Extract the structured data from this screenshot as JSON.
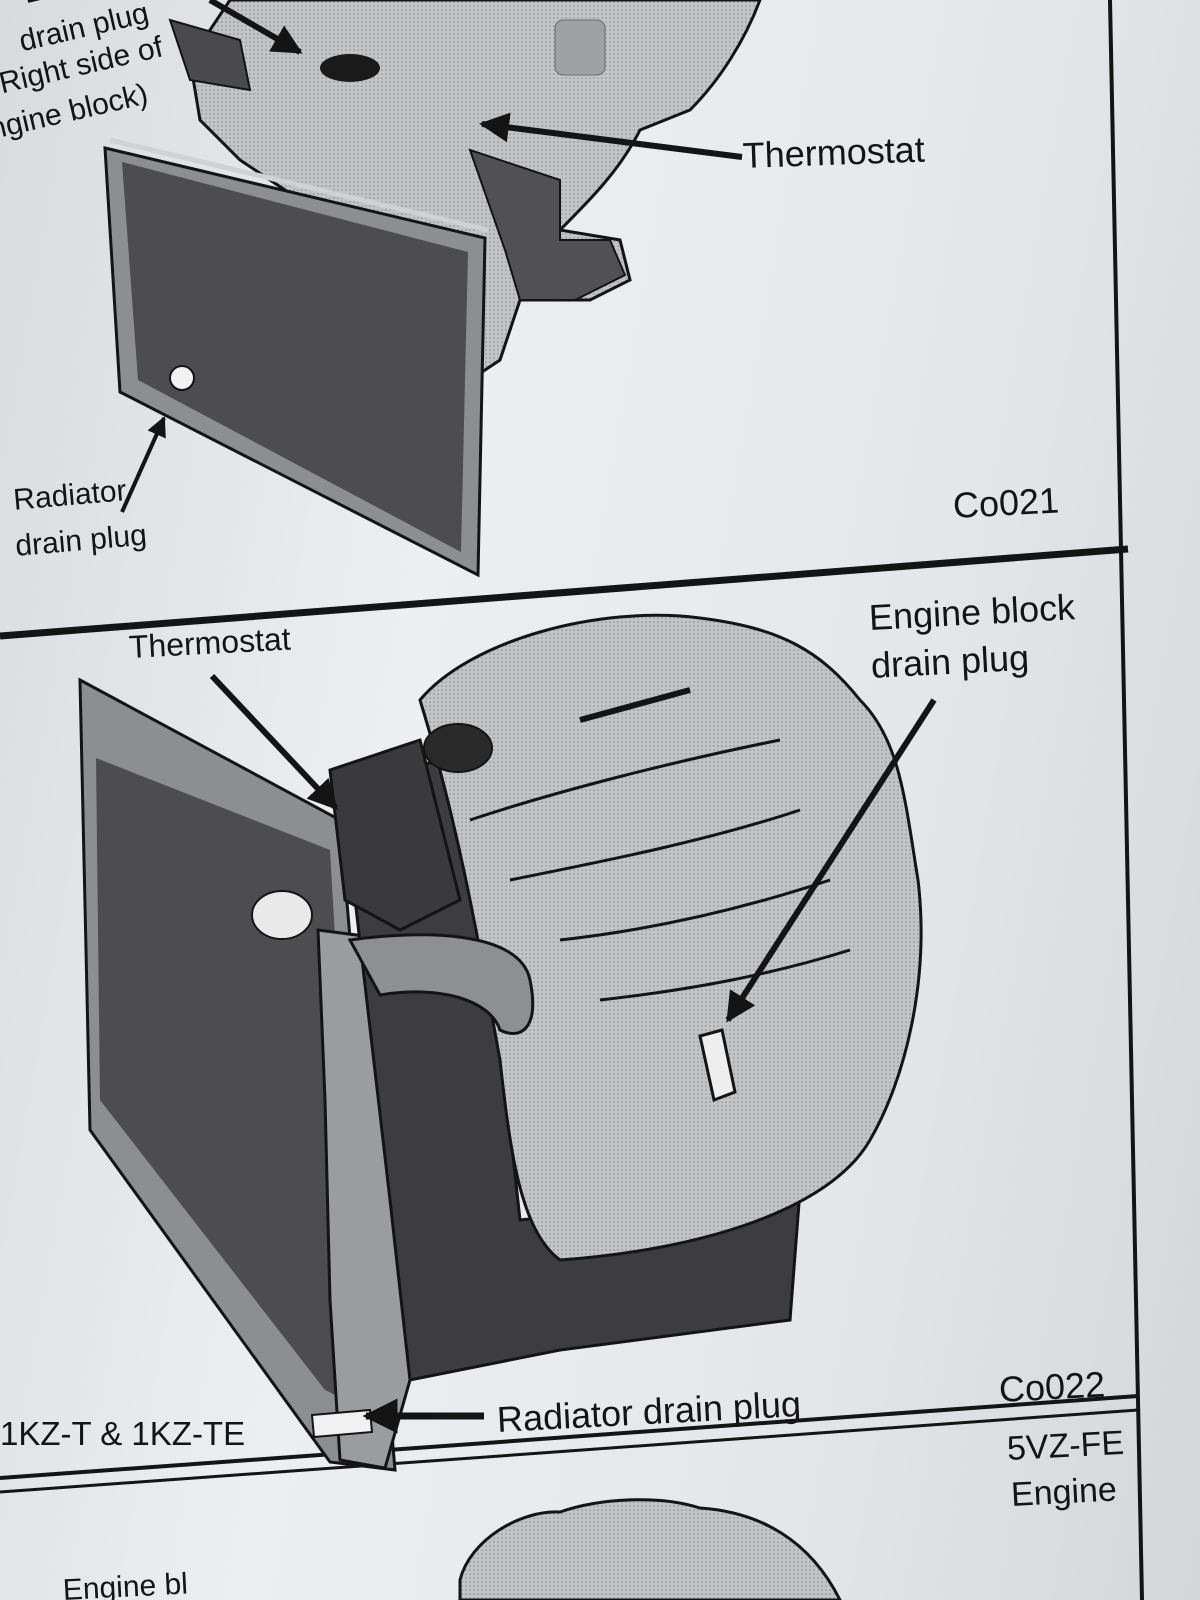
{
  "top_panel": {
    "callout_partial_1": "Er",
    "callout_partial_2": "drain plug",
    "callout_partial_3": "Right side of",
    "callout_partial_4": "ngine block)",
    "thermostat": "Thermostat",
    "radiator_drain_line1": "Radiator",
    "radiator_drain_line2": "drain plug",
    "figure_code": "Co021"
  },
  "middle_panel": {
    "thermostat": "Thermostat",
    "engine_block_line1": "Engine block",
    "engine_block_line2": "drain plug",
    "radiator_drain": "Radiator drain plug",
    "engine_models": "1KZ-T & 1KZ-TE",
    "figure_code": "Co022"
  },
  "bottom_panel": {
    "engine_line1": "5VZ-FE",
    "engine_line2": "Engine",
    "callout_partial": "Engine bl"
  },
  "colors": {
    "ink": "#141414",
    "paper": "#e6e7ea",
    "radiator_core": "#4d4d4f",
    "radiator_frame": "#8d8e91",
    "engine_light": "#c9cacc",
    "engine_dark": "#3d3d3f"
  }
}
